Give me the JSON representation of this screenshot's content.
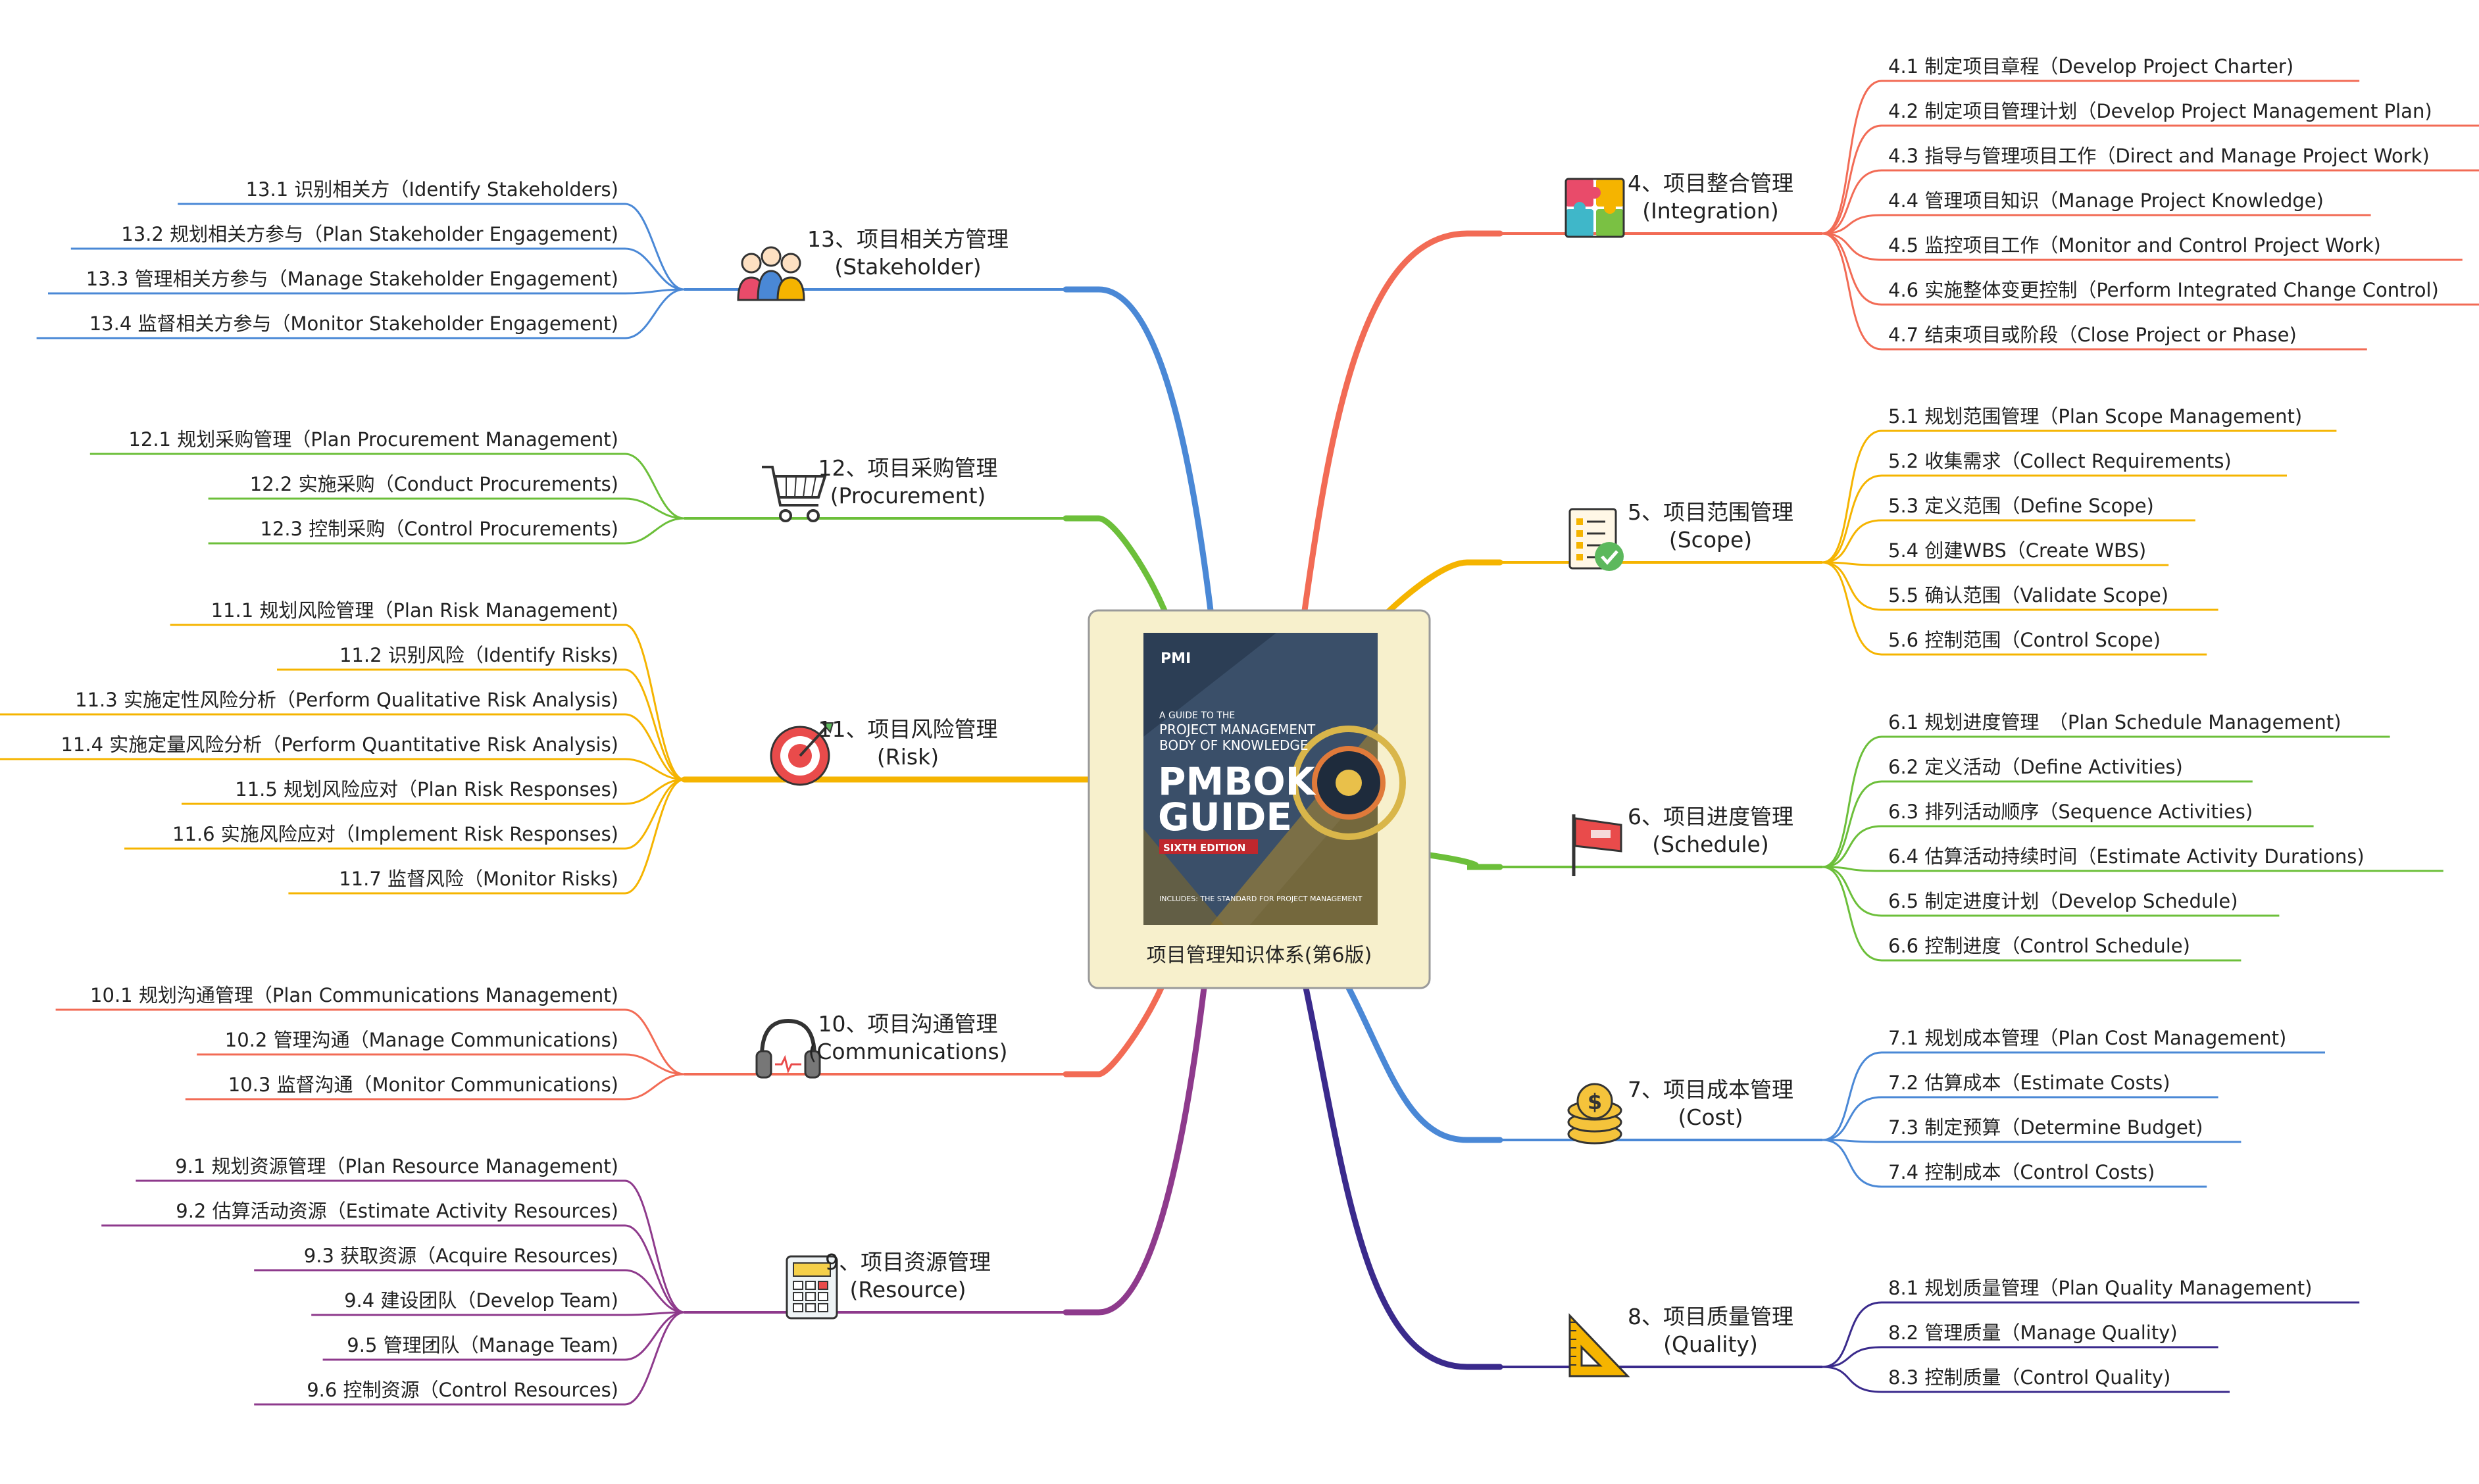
{
  "center": {
    "title": "项目管理知识体系(第6版)",
    "book": {
      "brand": "PMI",
      "guide_line1": "A GUIDE TO THE",
      "guide_line2": "PROJECT MANAGEMENT",
      "guide_line3": "BODY OF KNOWLEDGE",
      "name1": "PMBOK",
      "name2": "GUIDE",
      "edition": "SIXTH EDITION",
      "includes": "INCLUDES: THE STANDARD FOR PROJECT MANAGEMENT"
    }
  },
  "colors": {
    "integration": "#f26b55",
    "scope": "#f5b400",
    "schedule": "#6cbf3a",
    "cost": "#4a88d6",
    "quality": "#3a2a8c",
    "resource": "#8e3a8c",
    "communications": "#f26b55",
    "risk": "#f5b400",
    "procurement": "#6cbf3a",
    "stakeholder": "#4a88d6"
  },
  "branches": [
    {
      "id": "integration",
      "side": "right",
      "title": "4、项目整合管理",
      "subtitle": "(Integration)",
      "icon": "puzzle-icon",
      "items": [
        "4.1 制定项目章程（Develop Project Charter)",
        "4.2 制定项目管理计划（Develop Project Management Plan)",
        "4.3 指导与管理项目工作（Direct and Manage Project Work)",
        "4.4 管理项目知识（Manage Project Knowledge)",
        "4.5 监控项目工作（Monitor and Control Project Work)",
        "4.6 实施整体变更控制（Perform Integrated Change Control)",
        "4.7 结束项目或阶段（Close Project or Phase)"
      ]
    },
    {
      "id": "scope",
      "side": "right",
      "title": "5、项目范围管理",
      "subtitle": "(Scope)",
      "icon": "checklist-icon",
      "items": [
        "5.1 规划范围管理（Plan Scope Management)",
        "5.2 收集需求（Collect Requirements)",
        "5.3 定义范围（Define Scope)",
        "5.4 创建WBS（Create WBS)",
        "5.5 确认范围（Validate Scope)",
        "5.6 控制范围（Control Scope)"
      ]
    },
    {
      "id": "schedule",
      "side": "right",
      "title": "6、项目进度管理",
      "subtitle": "(Schedule)",
      "icon": "flag-icon",
      "items": [
        "6.1 规划进度管理　（Plan Schedule Management)",
        "6.2 定义活动（Define Activities)",
        "6.3 排列活动顺序（Sequence Activities)",
        "6.4 估算活动持续时间（Estimate Activity Durations)",
        "6.5 制定进度计划（Develop Schedule)",
        "6.6 控制进度（Control Schedule)"
      ]
    },
    {
      "id": "cost",
      "side": "right",
      "title": "7、项目成本管理",
      "subtitle": "(Cost)",
      "icon": "coins-icon",
      "items": [
        "7.1 规划成本管理（Plan Cost Management)",
        "7.2 估算成本（Estimate Costs)",
        "7.3 制定预算（Determine Budget)",
        "7.4 控制成本（Control Costs)"
      ]
    },
    {
      "id": "quality",
      "side": "right",
      "title": "8、项目质量管理",
      "subtitle": "(Quality)",
      "icon": "set-square-icon",
      "items": [
        "8.1 规划质量管理（Plan Quality Management)",
        "8.2 管理质量（Manage Quality)",
        "8.3 控制质量（Control Quality)"
      ]
    },
    {
      "id": "stakeholder",
      "side": "left",
      "title": "13、项目相关方管理",
      "subtitle": "(Stakeholder)",
      "icon": "people-icon",
      "items": [
        "13.1 识别相关方（Identify Stakeholders)",
        "13.2 规划相关方参与（Plan Stakeholder Engagement)",
        "13.3 管理相关方参与（Manage Stakeholder Engagement)",
        "13.4 监督相关方参与（Monitor Stakeholder Engagement)"
      ]
    },
    {
      "id": "procurement",
      "side": "left",
      "title": "12、项目采购管理",
      "subtitle": "(Procurement)",
      "icon": "cart-icon",
      "items": [
        "12.1 规划采购管理（Plan Procurement Management)",
        "12.2 实施采购（Conduct Procurements)",
        "12.3 控制采购（Control Procurements)"
      ]
    },
    {
      "id": "risk",
      "side": "left",
      "title": "11、项目风险管理",
      "subtitle": "(Risk)",
      "icon": "target-icon",
      "items": [
        "11.1 规划风险管理（Plan Risk Management)",
        "11.2 识别风险（Identify Risks)",
        "11.3 实施定性风险分析（Perform Qualitative Risk Analysis)",
        "11.4 实施定量风险分析（Perform Quantitative Risk Analysis)",
        "11.5 规划风险应对（Plan Risk Responses)",
        "11.6 实施风险应对（Implement Risk Responses)",
        "11.7 监督风险（Monitor Risks)"
      ]
    },
    {
      "id": "communications",
      "side": "left",
      "title": "10、项目沟通管理",
      "subtitle": "(Communications)",
      "icon": "headphones-icon",
      "items": [
        "10.1 规划沟通管理（Plan Communications Management)",
        "10.2 管理沟通（Manage Communications)",
        "10.3 监督沟通（Monitor Communications)"
      ]
    },
    {
      "id": "resource",
      "side": "left",
      "title": "9、项目资源管理",
      "subtitle": "(Resource)",
      "icon": "calculator-icon",
      "items": [
        "9.1 规划资源管理（Plan Resource Management)",
        "9.2 估算活动资源（Estimate Activity Resources)",
        "9.3 获取资源（Acquire Resources)",
        "9.4 建设团队（Develop Team)",
        "9.5 管理团队（Manage Team)",
        "9.6 控制资源（Control Resources)"
      ]
    }
  ]
}
